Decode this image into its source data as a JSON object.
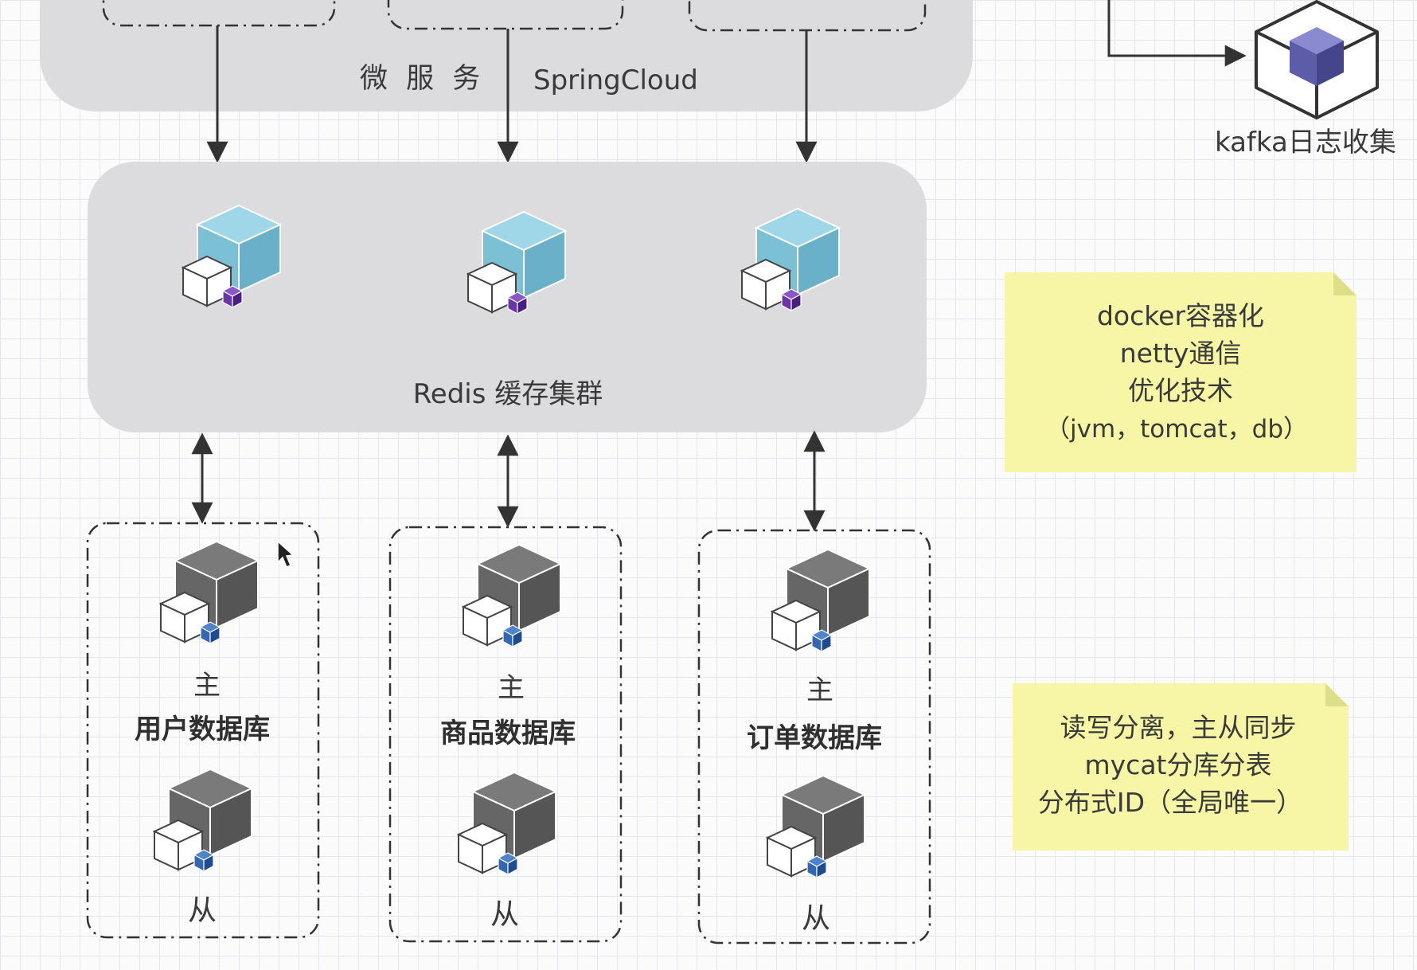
{
  "microservice": {
    "label_part1": "微 服 务",
    "label_part2": "SpringCloud"
  },
  "kafka": {
    "label": "kafka日志收集"
  },
  "redis": {
    "label": "Redis 缓存集群"
  },
  "databases": [
    {
      "name": "用户数据库",
      "master": "主",
      "slave": "从"
    },
    {
      "name": "商品数据库",
      "master": "主",
      "slave": "从"
    },
    {
      "name": "订单数据库",
      "master": "主",
      "slave": "从"
    }
  ],
  "note_tech": {
    "lines": [
      "docker容器化",
      "netty通信",
      "优化技术",
      "（jvm，tomcat，db）"
    ]
  },
  "note_db": {
    "lines": [
      "读写分离，主从同步",
      "mycat分库分表",
      "分布式ID（全局唯一）"
    ]
  },
  "colors": {
    "cluster_fill": "#dcdcde",
    "redis_cube": "#7cc0d6",
    "db_cube": "#6b6b6b",
    "badge_purple": "#5a2d91",
    "badge_blue": "#2c5aa0",
    "kafka_inner": "#5c5ca8",
    "note_fill": "#f7f6a6",
    "line": "#333333"
  }
}
